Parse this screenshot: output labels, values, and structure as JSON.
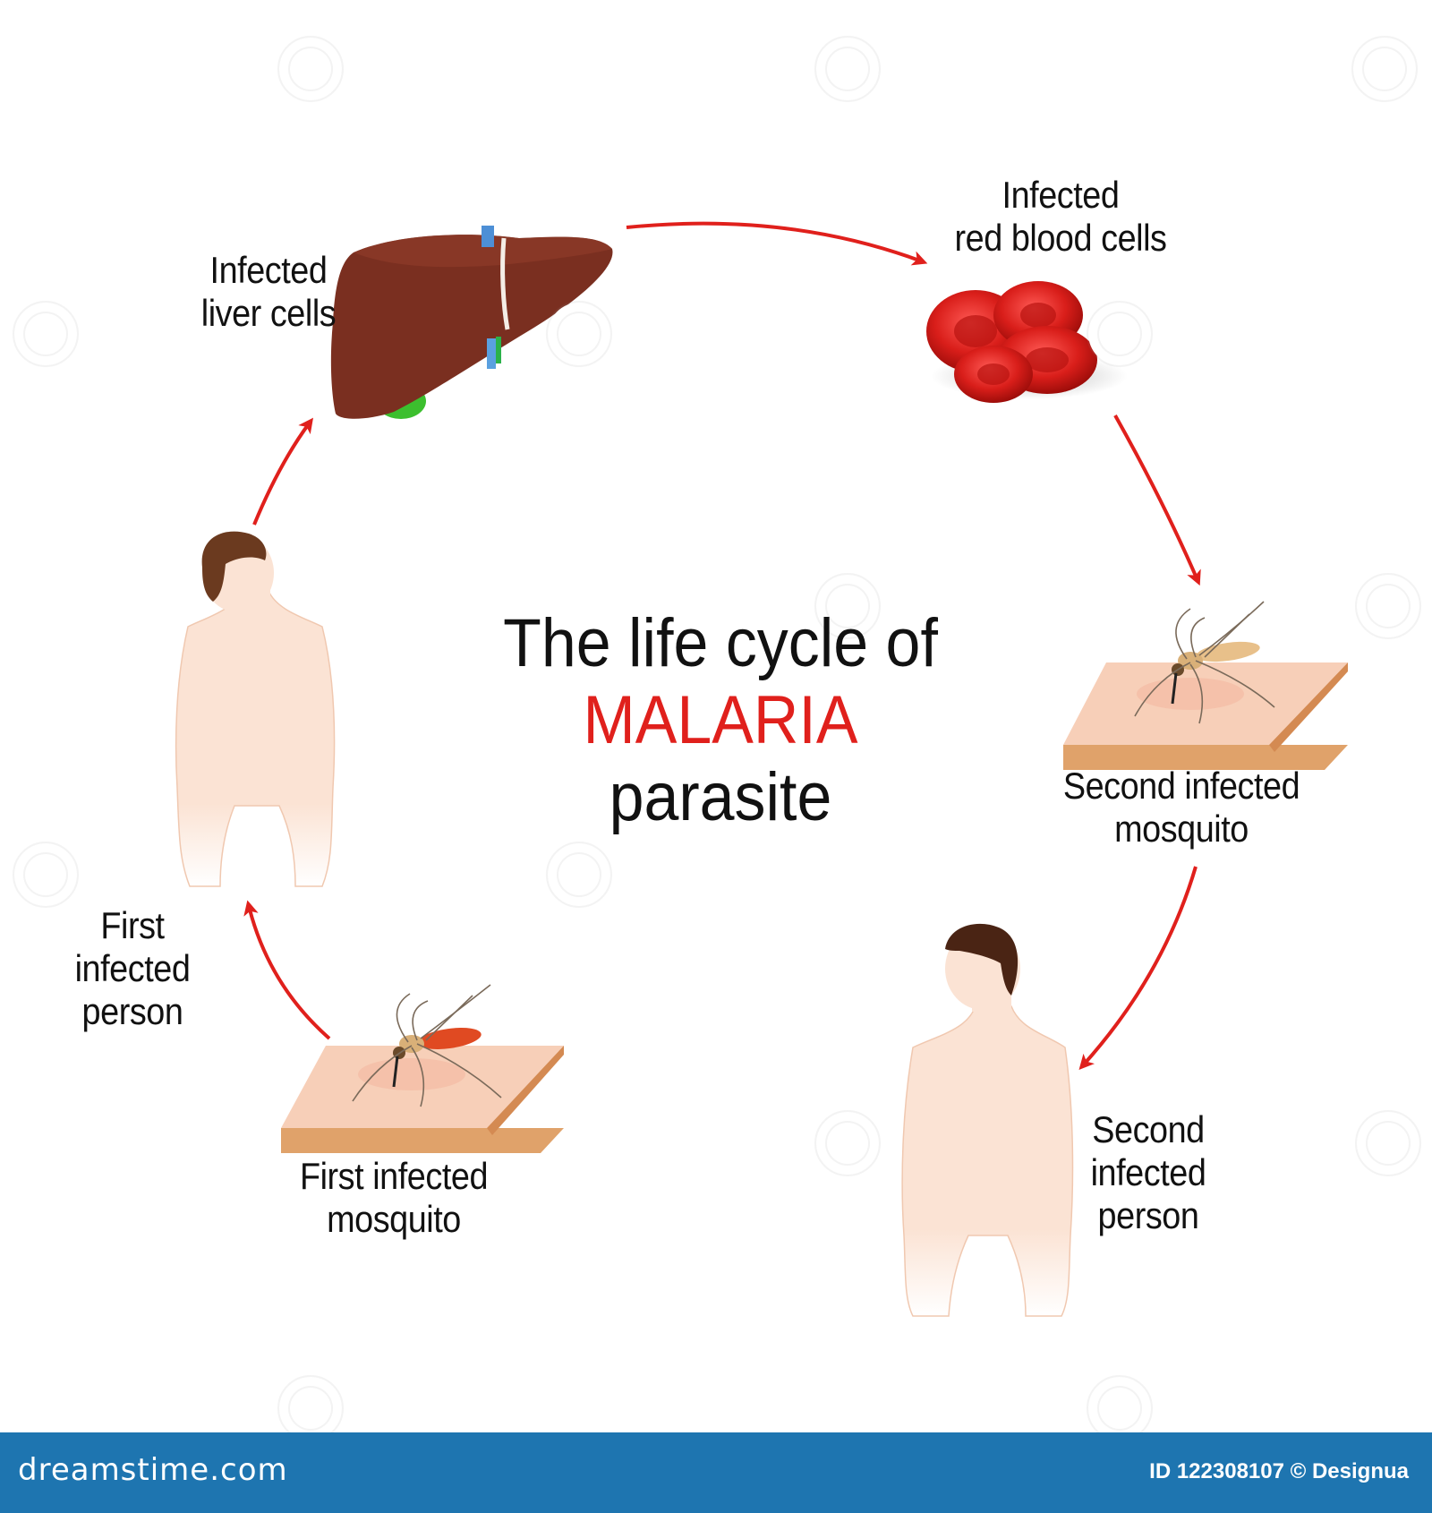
{
  "title": {
    "line1": "The life cycle of",
    "line2": "MALARIA",
    "line3": "parasite"
  },
  "labels": {
    "liver": [
      "Infected",
      "liver cells"
    ],
    "rbc": [
      "Infected",
      "red blood cells"
    ],
    "second_mosquito": [
      "Second infected",
      "mosquito"
    ],
    "second_person": [
      "Second",
      "infected",
      "person"
    ],
    "first_mosquito": [
      "First infected",
      "mosquito"
    ],
    "first_person": [
      "First",
      "infected",
      "person"
    ]
  },
  "footer": {
    "brand": "dreamstime.com",
    "credit": "ID 122308107 © Designua"
  },
  "colors": {
    "arrow": "#e0201c",
    "accent_text": "#e0201c",
    "liver": "#7a2f20",
    "skin": "#fbe3d4",
    "footer_bar": "#1e75b0"
  },
  "icons": [
    "liver-icon",
    "red-blood-cells-icon",
    "mosquito-icon",
    "human-figure-icon"
  ]
}
